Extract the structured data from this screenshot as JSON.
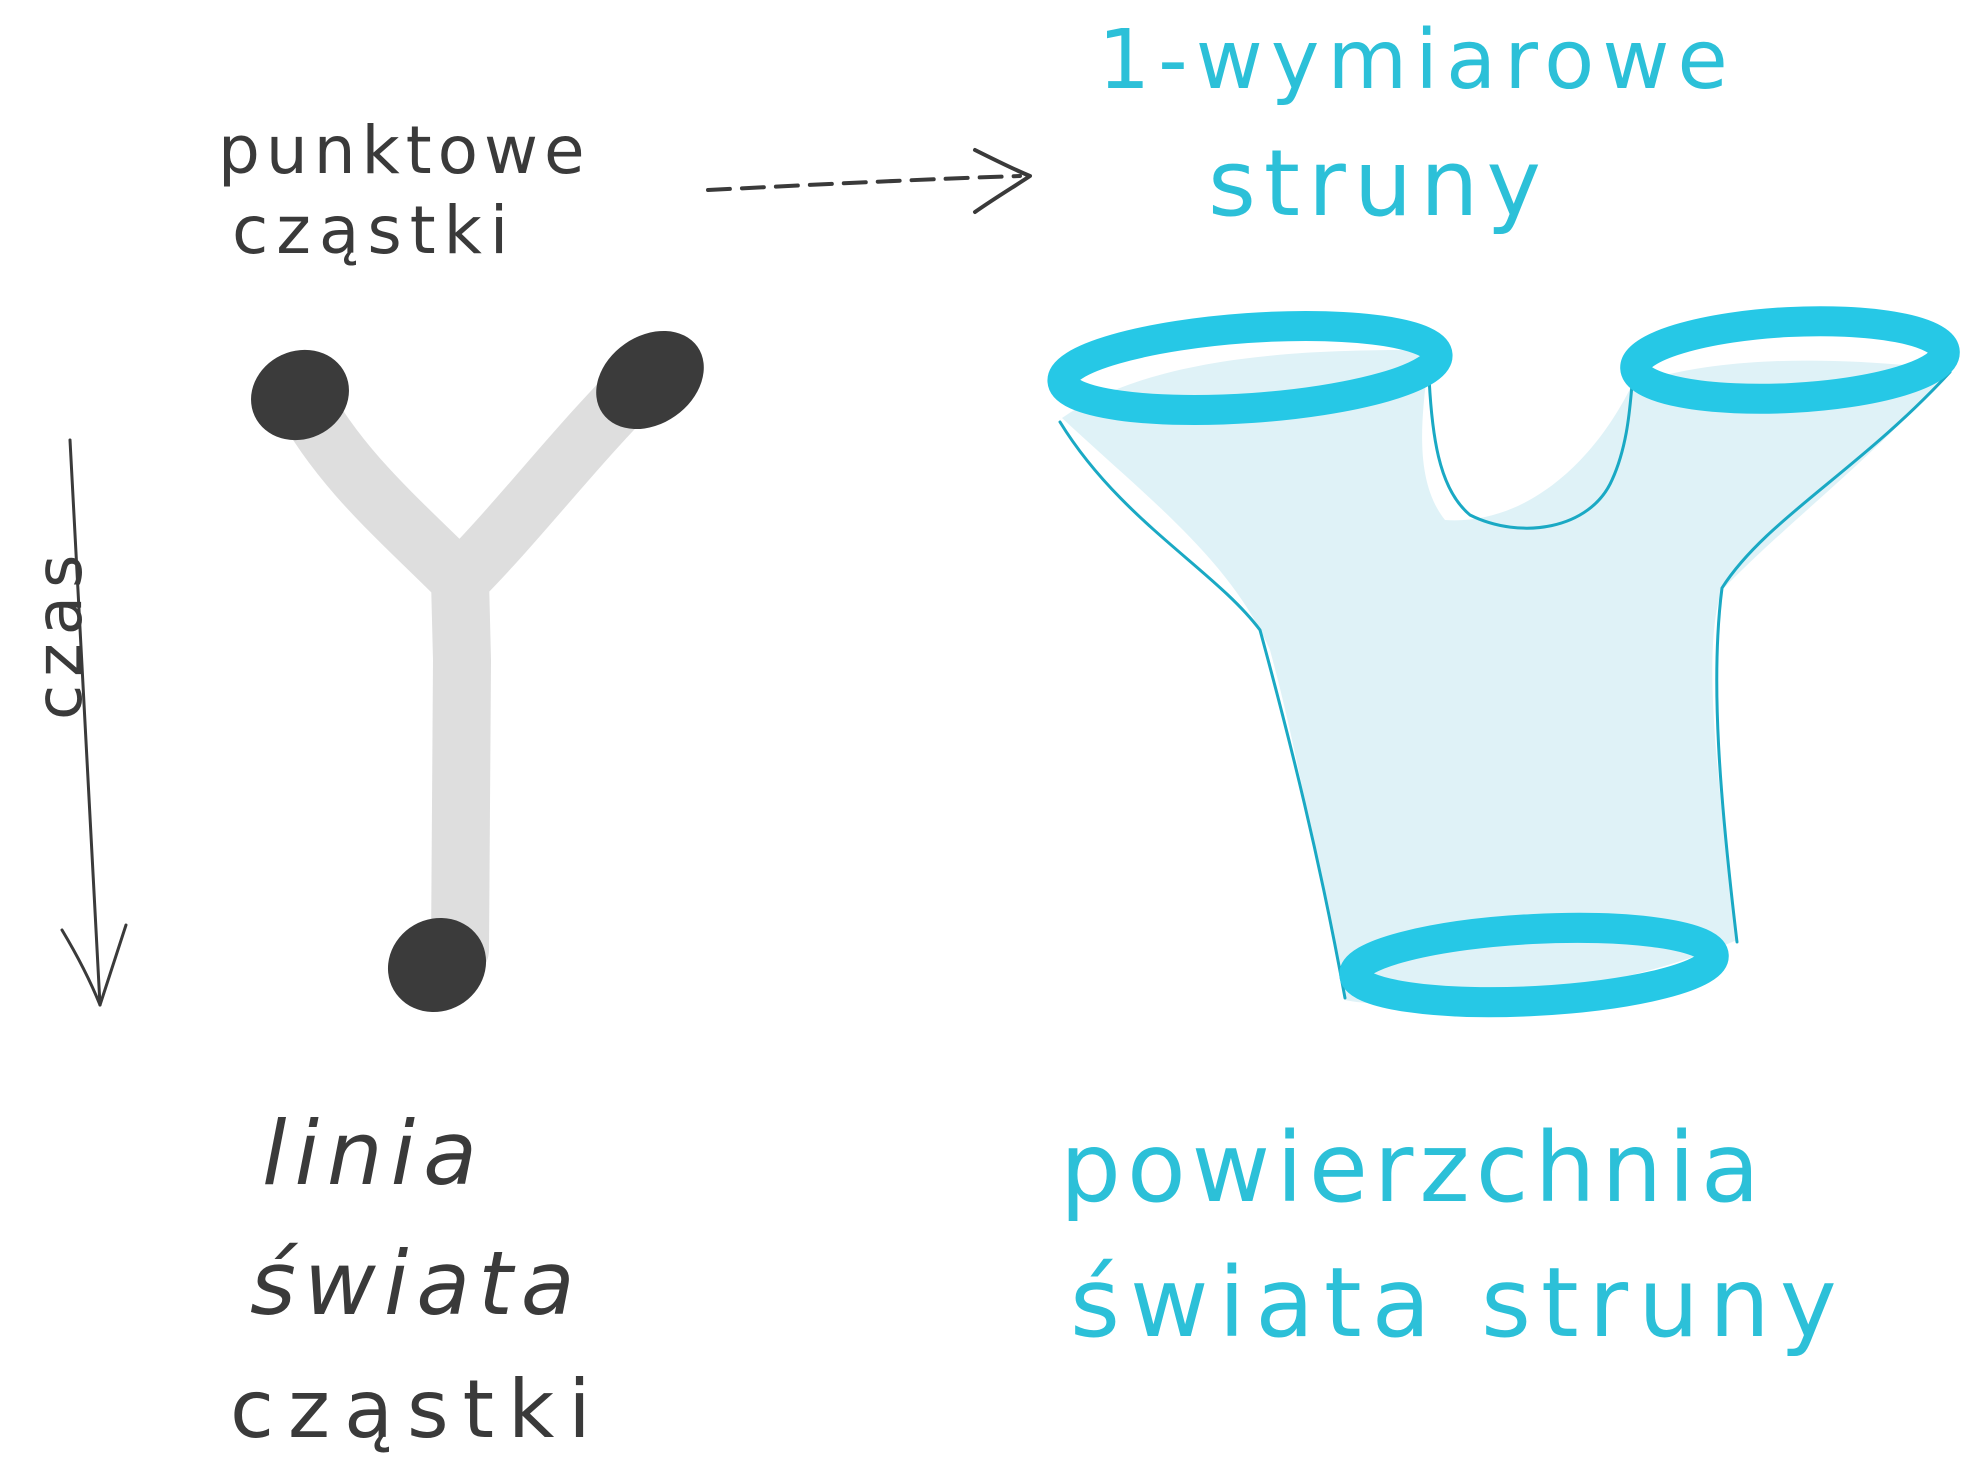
{
  "labels": {
    "point_particles": [
      "punktowe",
      "cząstki"
    ],
    "strings": [
      "1-wymiarowe",
      "struny"
    ],
    "particle_worldline": [
      "linia",
      "świata",
      "cząstki"
    ],
    "string_worldsheet": [
      "powierzchnia",
      "świata struny"
    ],
    "time_axis": "czas"
  },
  "colors": {
    "ink_dark": "#3a3a3a",
    "ink_cyan": "#2cc0d8",
    "worldline_gray": "#dedede",
    "particle_dot": "#3b3b3b",
    "sheet_fill": "#dff2f7",
    "loop_stroke": "#26c8e6",
    "sheet_outline": "#1aa9c4"
  },
  "icons": {
    "dashed_arrow": "dashed-right-arrow",
    "time_arrow": "down-arrow"
  }
}
